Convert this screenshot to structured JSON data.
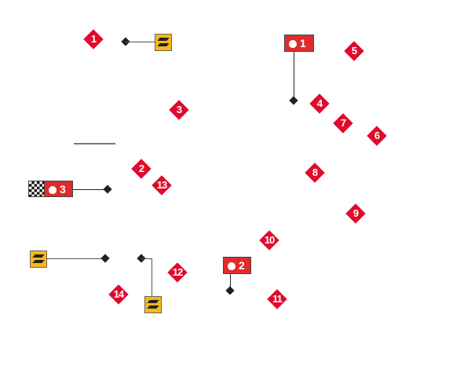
{
  "map": {
    "corners": [
      {
        "label": "1"
      },
      {
        "label": "2"
      },
      {
        "label": "3"
      },
      {
        "label": "4"
      },
      {
        "label": "5"
      },
      {
        "label": "6"
      },
      {
        "label": "7"
      },
      {
        "label": "8"
      },
      {
        "label": "9"
      },
      {
        "label": "10"
      },
      {
        "label": "11"
      },
      {
        "label": "12"
      },
      {
        "label": "13"
      },
      {
        "label": "14"
      }
    ],
    "sectors": [
      {
        "label": "1"
      },
      {
        "label": "2"
      },
      {
        "label": "3"
      }
    ],
    "icons": {
      "drs": "drs-zone-icon",
      "timer": "stopwatch-icon",
      "finish": "checkered-flag-icon"
    },
    "colors": {
      "corner": "#e10a2c",
      "sector": "#e02b2b",
      "drs": "#f5b916"
    }
  }
}
